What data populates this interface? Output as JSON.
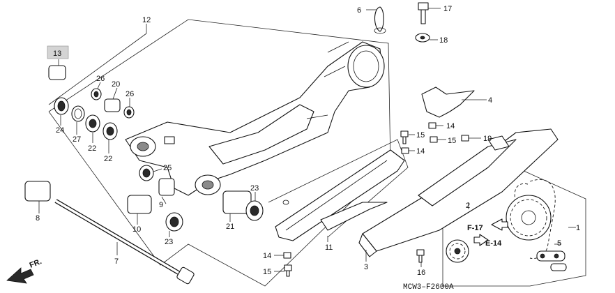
{
  "diagram_code": "MCW3–F2600A",
  "direction_label": "FR.",
  "callouts": {
    "c1": "1",
    "c2": "2",
    "c3": "3",
    "c4": "4",
    "c5": "5",
    "c6": "6",
    "c7": "7",
    "c8": "8",
    "c9": "9",
    "c10": "10",
    "c11": "11",
    "c12": "12",
    "c13": "13",
    "c14a": "14",
    "c14b": "14",
    "c14c": "14",
    "c15a": "15",
    "c15b": "15",
    "c15c": "15",
    "c16": "16",
    "c17": "17",
    "c18": "18",
    "c19": "19",
    "c20": "20",
    "c21": "21",
    "c22a": "22",
    "c22b": "22",
    "c23a": "23",
    "c23b": "23",
    "c24": "24",
    "c25": "25",
    "c26a": "26",
    "c26b": "26",
    "c27": "27"
  },
  "references": {
    "ref_f17": "F-17",
    "ref_e14": "E-14"
  },
  "colors": {
    "ink": "#111111",
    "highlight_box": "#d4d4d4"
  }
}
